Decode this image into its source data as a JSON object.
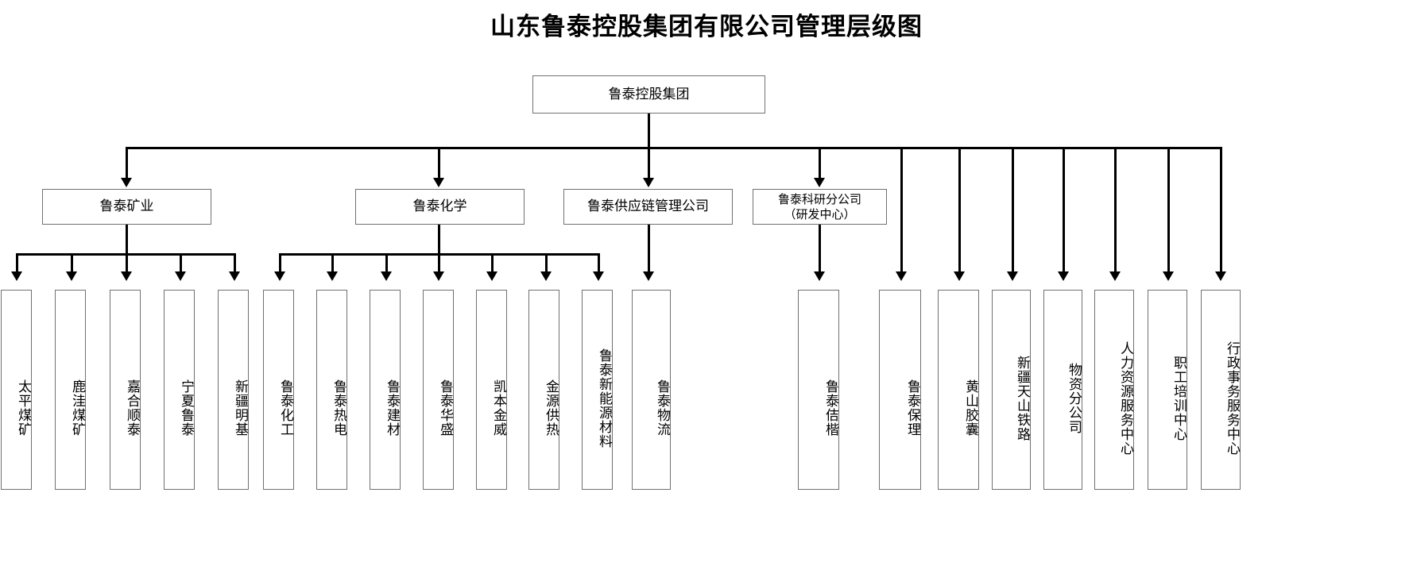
{
  "title": "山东鲁泰控股集团有限公司管理层级图",
  "root": {
    "label": "鲁泰控股集团"
  },
  "level2": [
    {
      "label": "鲁泰矿业"
    },
    {
      "label": "鲁泰化学"
    },
    {
      "label": "鲁泰供应链管理公司"
    },
    {
      "label_line1": "鲁泰科研分公司",
      "label_line2": "（研发中心）"
    }
  ],
  "mining_children": [
    {
      "label": "太平煤矿"
    },
    {
      "label": "鹿洼煤矿"
    },
    {
      "label": "嘉合顺泰"
    },
    {
      "label": "宁夏鲁泰"
    },
    {
      "label": "新疆明基"
    }
  ],
  "chemical_children": [
    {
      "label": "鲁泰化工"
    },
    {
      "label": "鲁泰热电"
    },
    {
      "label": "鲁泰建材"
    },
    {
      "label": "鲁泰华盛"
    },
    {
      "label": "凯本金威"
    },
    {
      "label": "金源供热"
    },
    {
      "label": "鲁泰新能源材料"
    }
  ],
  "supplychain_children": [
    {
      "label": "鲁泰物流"
    }
  ],
  "research_children": [
    {
      "label": "鲁泰佶楷"
    }
  ],
  "group_direct_children": [
    {
      "label": "鲁泰保理"
    },
    {
      "label": "黄山胶囊"
    },
    {
      "label": "新疆天山铁路"
    },
    {
      "label": "物资分公司"
    },
    {
      "label": "人力资源服务中心"
    },
    {
      "label": "职工培训中心"
    },
    {
      "label": "行政事务服务中心"
    }
  ],
  "colors": {
    "box_border": "#6d7175",
    "connector": "#000000",
    "background": "#ffffff",
    "text": "#000000"
  }
}
